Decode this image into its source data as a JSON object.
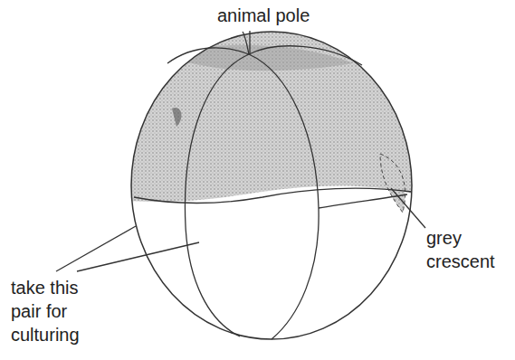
{
  "diagram": {
    "labels": [
      "animal pole",
      "grey crescent",
      "take this pair for culturing"
    ]
  }
}
